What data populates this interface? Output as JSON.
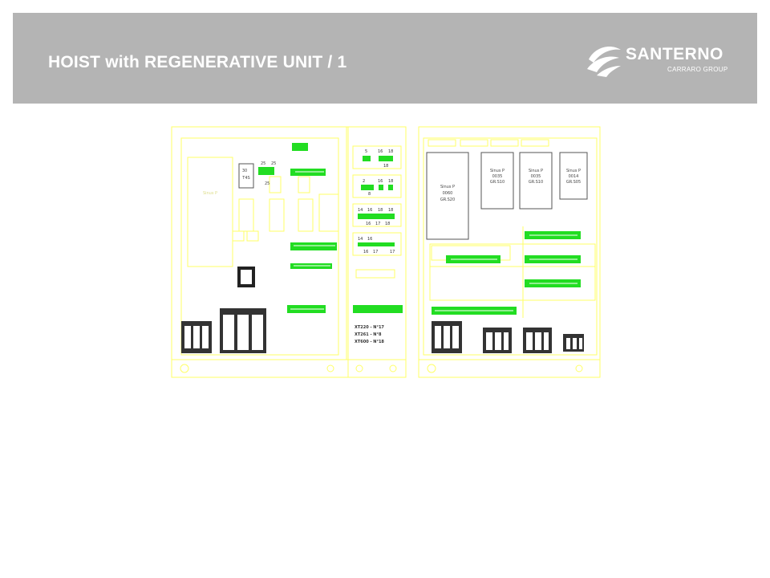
{
  "slide": {
    "title": "HOIST with REGENERATIVE UNIT / 1"
  },
  "logo": {
    "name": "SANTERNO",
    "subtitle": "CARRARO GROUP"
  },
  "drawing": {
    "colors": {
      "outline": "#ffff66",
      "terminal": "#22dd22",
      "device": "#555555"
    },
    "cabinet_left": {
      "relay_label": [
        "30",
        "T4S"
      ],
      "breaker_labels": [
        "25",
        "25",
        "25"
      ],
      "module_text": "Sinus P"
    },
    "center_column": {
      "row1": [
        "5",
        "16",
        "18",
        "18"
      ],
      "row2": [
        "2",
        "16",
        "18",
        "8"
      ],
      "row3": [
        "14",
        "16",
        "18",
        "18",
        "16",
        "17",
        "18"
      ],
      "row4": [
        "14",
        "16",
        "16",
        "17",
        "17"
      ],
      "notes": [
        "XT220 - N°17",
        "XT261 - N°8",
        "XT600 - N°18"
      ]
    },
    "cabinet_right": {
      "drives": [
        {
          "name": "Sinus P",
          "model": "0060",
          "size": "GR.S20"
        },
        {
          "name": "Sinus P",
          "model": "0035",
          "size": "GR.S10"
        },
        {
          "name": "Sinus P",
          "model": "0035",
          "size": "GR.S10"
        },
        {
          "name": "Sinus P",
          "model": "0014",
          "size": "GR.S05"
        }
      ]
    }
  }
}
